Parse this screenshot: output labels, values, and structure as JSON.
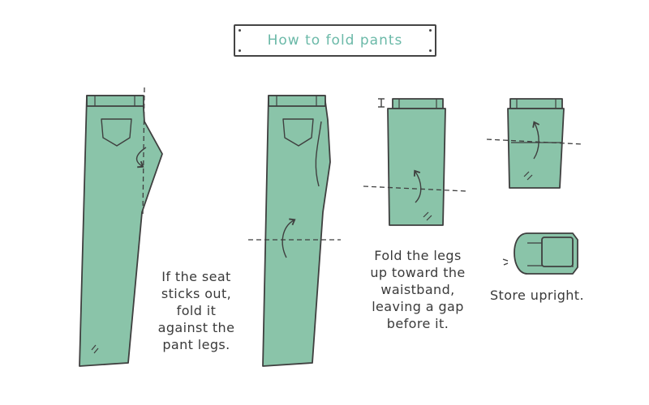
{
  "title": "How to fold pants",
  "captions": {
    "step1": [
      "If the seat",
      "sticks out,",
      "fold it",
      "against the",
      "pant legs."
    ],
    "step2": [
      "Fold the legs",
      "up toward the",
      "waistband,",
      "leaving a gap",
      "before it."
    ],
    "step3": "Store upright."
  },
  "colors": {
    "denim": "#8ac4a9",
    "outline": "#3f3f3f",
    "title": "#6bb9a8"
  }
}
